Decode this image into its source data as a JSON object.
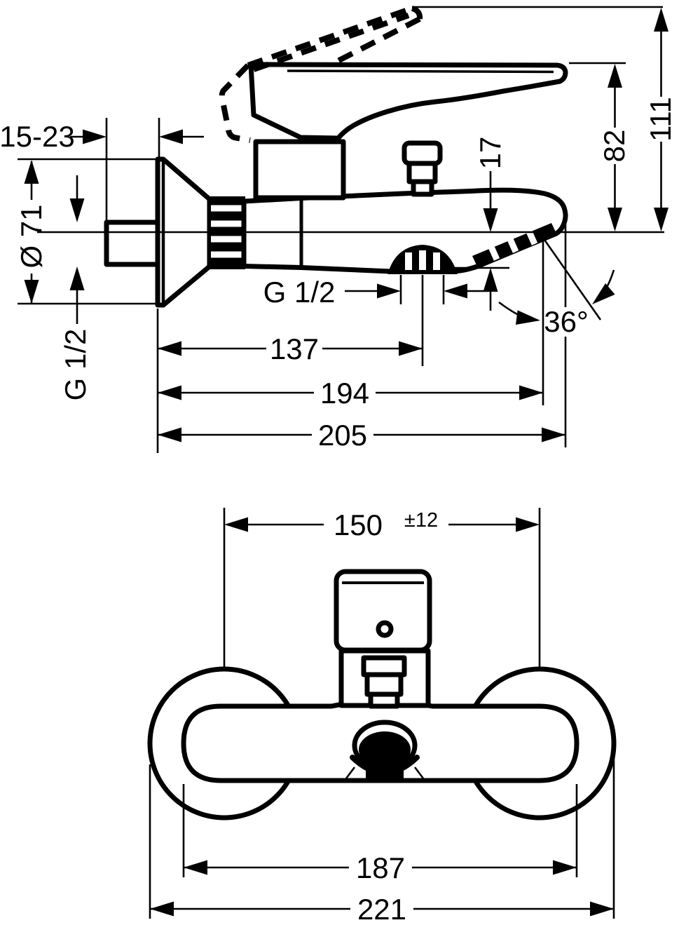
{
  "drawing": {
    "type": "technical-dimension-drawing",
    "subject": "wall-mounted single-lever bath mixer, side view and front view",
    "side_view": {
      "wall_distance": "15-23",
      "escutcheon_diameter": "Ø 71",
      "wall_thread": "G 1/2",
      "outlet_thread": "G 1/2",
      "spout_outlet_drop": "17",
      "handle_height_closed": "82",
      "handle_height_open": "111",
      "outlet_center_depth": "137",
      "spout_reach": "194",
      "total_depth": "205",
      "spout_angle": "36°"
    },
    "front_view": {
      "connection_distance": "150",
      "connection_tolerance": "±12",
      "body_width": "187",
      "total_width": "221"
    }
  }
}
